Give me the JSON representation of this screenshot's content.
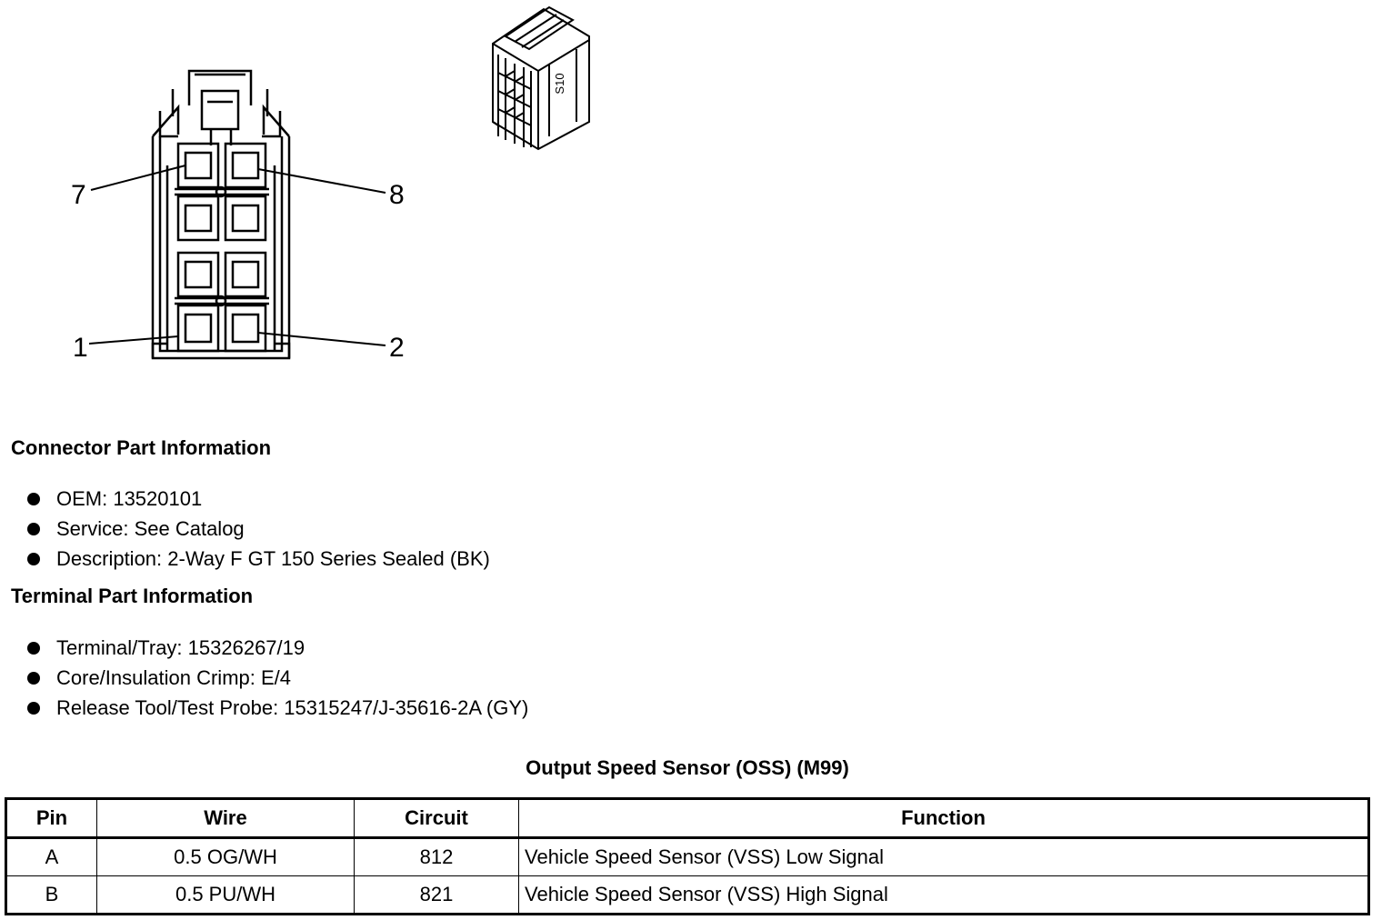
{
  "diagram": {
    "pin_labels": {
      "top_left": "7",
      "top_right": "8",
      "bottom_left": "1",
      "bottom_right": "2"
    },
    "side_view_text": "S10"
  },
  "connector_section": {
    "title": "Connector Part Information",
    "items": [
      "OEM: 13520101",
      "Service: See Catalog",
      "Description: 2-Way F GT 150 Series Sealed (BK)"
    ]
  },
  "terminal_section": {
    "title": "Terminal Part Information",
    "items": [
      "Terminal/Tray: 15326267/19",
      "Core/Insulation Crimp: E/4",
      "Release Tool/Test Probe: 15315247/J-35616-2A (GY)"
    ]
  },
  "table": {
    "title": "Output Speed Sensor (OSS) (M99)",
    "headers": [
      "Pin",
      "Wire",
      "Circuit",
      "Function"
    ],
    "rows": [
      [
        "A",
        "0.5 OG/WH",
        "812",
        "Vehicle Speed Sensor (VSS) Low Signal"
      ],
      [
        "B",
        "0.5 PU/WH",
        "821",
        "Vehicle Speed Sensor (VSS) High Signal"
      ]
    ]
  }
}
